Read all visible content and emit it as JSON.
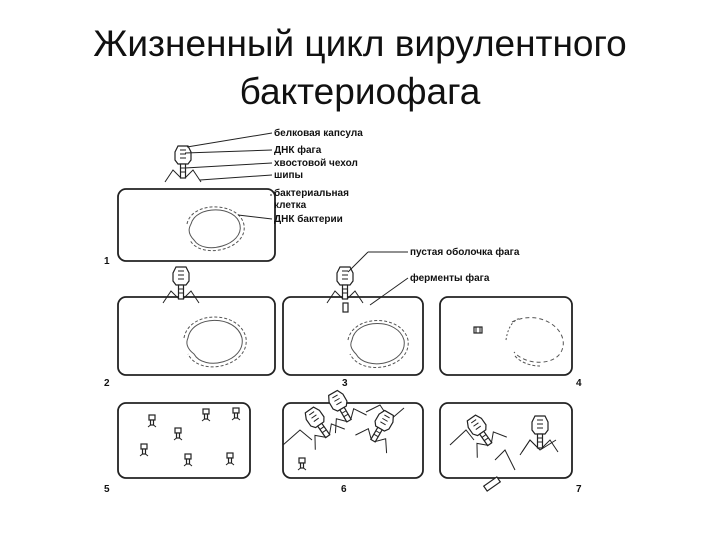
{
  "title": {
    "line1": "Жизненный цикл вирулентного",
    "line2": "бактериофага"
  },
  "labels": {
    "protein_capsule": "белковая капсула",
    "phage_dna": "ДНК фага",
    "tail_sheath": "хвостовой чехол",
    "spikes": "шипы",
    "bacterial_cell_1": "бактериальная",
    "bacterial_cell_2": "клетка",
    "bacterial_dna": "ДНК бактерии",
    "empty_shell": "пустая оболочка фага",
    "phage_enzymes": "ферменты фага"
  },
  "stages": [
    "1",
    "2",
    "3",
    "4",
    "5",
    "6",
    "7"
  ]
}
